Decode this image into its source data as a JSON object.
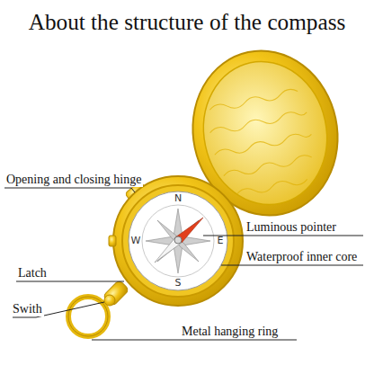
{
  "diagram": {
    "title": "About the structure of the compass",
    "labels": [
      "Opening and closing hinge",
      "Luminous pointer",
      "Waterproof inner core",
      "Latch",
      "Swith",
      "Metal hanging ring",
      "N",
      "E",
      "S",
      "W"
    ]
  }
}
